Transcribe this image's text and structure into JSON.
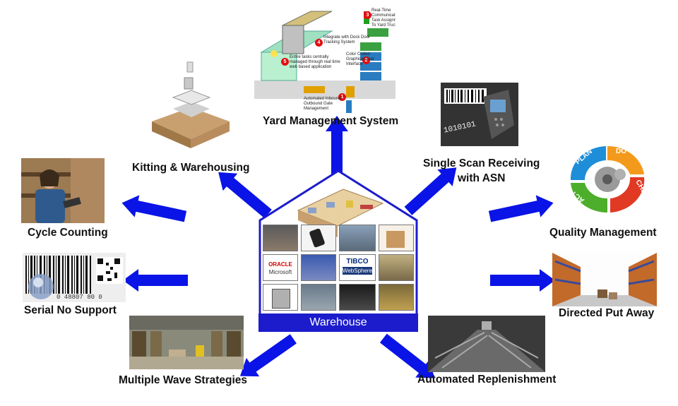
{
  "center": {
    "title": "Warehouse",
    "tiles": [
      "",
      "",
      "",
      "",
      "",
      "",
      "TIBCO",
      "",
      "",
      "",
      "",
      ""
    ]
  },
  "tile_texts": {
    "oracle": "ORACLE",
    "microsoft": "Microsoft",
    "websphere": "WebSphere"
  },
  "nodes": {
    "yard": "Yard Management System",
    "kitting": "Kitting & Warehousing",
    "scan_line1": "Single Scan Receiving",
    "scan_line2": "with ASN",
    "cycle": "Cycle Counting",
    "quality": "Quality Management",
    "serial": "Serial No Support",
    "putaway": "Directed Put Away",
    "wave": "Multiple Wave Strategies",
    "replen": "Automated Replenishment"
  },
  "yard_notes": {
    "n1": "Automated Inbound/\nOutbound Gate\nManagement",
    "n2": "Color Coded\nGraphical User\nInterface",
    "n3": "Real-Time\nCommunication/\nTask Assignment\nTo Yard Trucks",
    "n4": "Integrate with Dock Door\nTracking System",
    "n5": "Entire tasks centrally\nmanaged through real time\nweb based application"
  },
  "yard_badges": [
    "1",
    "2",
    "3",
    "4",
    "5"
  ],
  "pdca": {
    "plan": "PLAN",
    "do": "DO",
    "check": "CHECK",
    "act": "ACT"
  },
  "barcode_digits": "0 48807 80 0",
  "scanner_digits": "1010101",
  "colors": {
    "arrow": "#0a14e6",
    "house": "#1c1ccc"
  }
}
